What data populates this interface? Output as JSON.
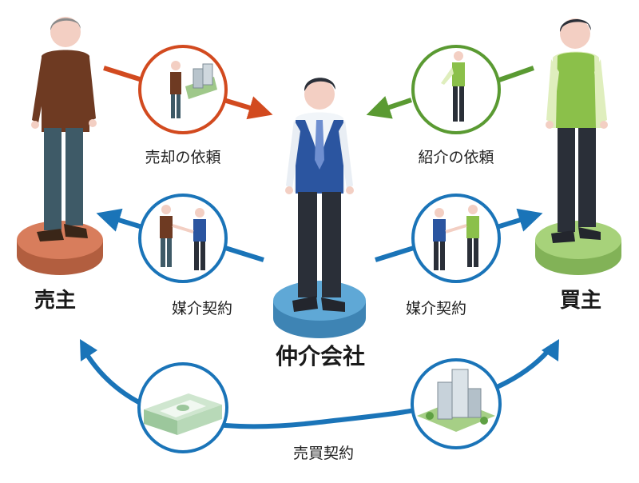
{
  "colors": {
    "seller_accent": "#d24a1f",
    "buyer_accent": "#5a9a32",
    "contract_accent": "#1a74b8",
    "seller_platform": "#d87d5c",
    "agent_platform": "#5fa8d6",
    "buyer_platform": "#a7d27a"
  },
  "roles": {
    "seller": "売主",
    "buyer": "買主",
    "agency": "仲介会社"
  },
  "flows": {
    "seller_request": "売却の依頼",
    "buyer_request": "紹介の依頼",
    "seller_contract": "媒介契約",
    "buyer_contract": "媒介契約",
    "sale_contract": "売買契約"
  },
  "icons": {
    "seller_request": "seller-with-building-icon",
    "buyer_request": "buyer-gesturing-icon",
    "seller_contract": "seller-agent-handshake-icon",
    "buyer_contract": "agent-buyer-handshake-icon",
    "sale_money": "cash-bundle-icon",
    "sale_property": "buildings-icon"
  }
}
